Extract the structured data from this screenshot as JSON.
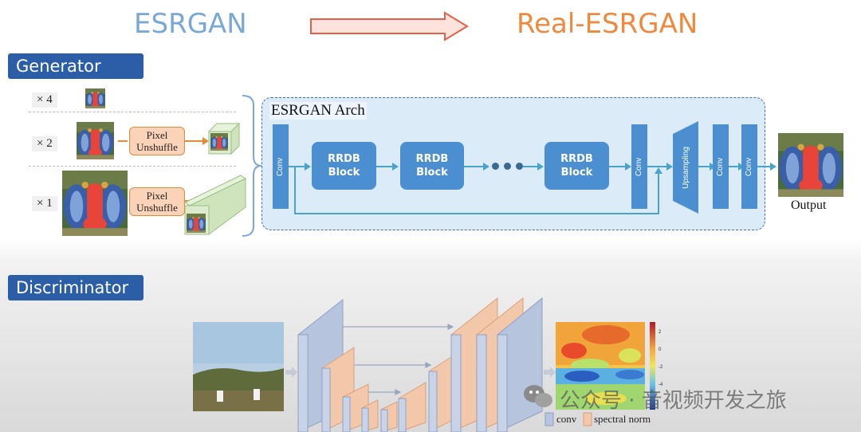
{
  "header": {
    "left_title": "ESRGAN",
    "right_title": "Real-ESRGAN",
    "colors": {
      "left": "#7aa8d6",
      "right": "#ee8a3d",
      "arrow": "#e5604a"
    }
  },
  "generator": {
    "label": "Generator",
    "rows": [
      {
        "scale": "× 4"
      },
      {
        "scale": "× 2",
        "op": "Pixel\nUnshuffle"
      },
      {
        "scale": "× 1",
        "op": "Pixel\nUnshuffle"
      }
    ],
    "arch": {
      "title": "ESRGAN Arch",
      "first_conv": "Conv",
      "blocks": [
        "RRDB\nBlock",
        "RRDB\nBlock",
        "RRDB\nBlock"
      ],
      "mid_conv": "Conv",
      "upsampling": "Upsampling",
      "tail_convs": [
        "Conv",
        "Conv"
      ],
      "output_label": "Output"
    },
    "colors": {
      "block": "#4c8fd0",
      "arch_bg": "#dcebf8",
      "pixel_unshuffle": "#fbd3b8"
    }
  },
  "discriminator": {
    "label": "Discriminator",
    "legend": {
      "conv": "conv",
      "spectral_norm": "spectral norm"
    },
    "colorbar_ticks": [
      "2",
      "0",
      "-2",
      "-4"
    ]
  },
  "watermark": "公众号 · 音视频开发之旅"
}
